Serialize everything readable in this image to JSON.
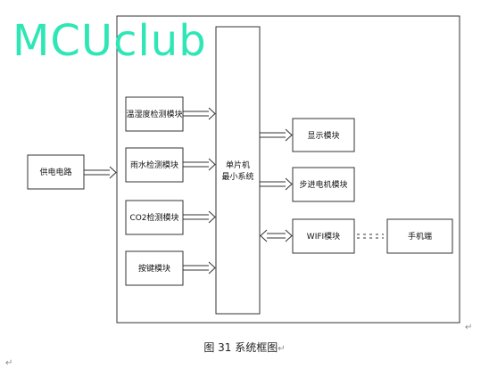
{
  "watermark": "MCUclub",
  "caption": "图 31 系统框图",
  "caption_mark": "↵",
  "blocks": {
    "power": "供电电路",
    "temp_humidity": "温湿度检测模块",
    "rain": "雨水检测模块",
    "co2": "CO2检测模块",
    "keys": "按键模块",
    "mcu_line1": "单片机",
    "mcu_line2": "最小系统",
    "display": "显示模块",
    "stepper": "步进电机模块",
    "wifi": "WIFI模块",
    "phone": "手机端"
  }
}
